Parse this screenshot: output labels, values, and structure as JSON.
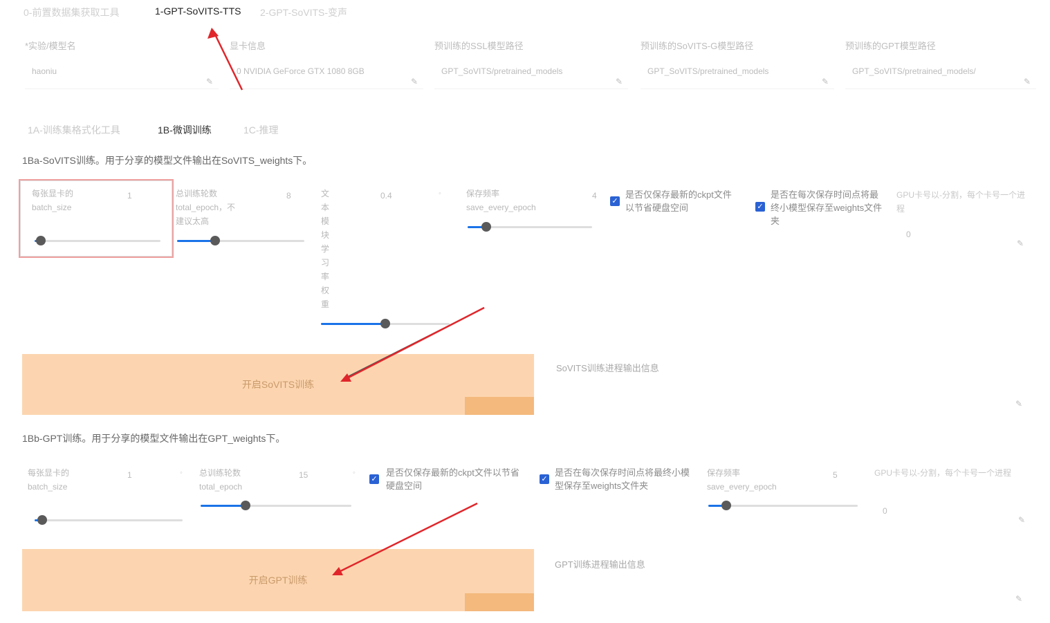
{
  "top_tabs": [
    {
      "label": "0-前置数据集获取工具",
      "active": false
    },
    {
      "label": "1-GPT-SoVITS-TTS",
      "active": true
    },
    {
      "label": "2-GPT-SoVITS-变声",
      "active": false
    }
  ],
  "fields": [
    {
      "label": "*实验/模型名",
      "value": "haoniu"
    },
    {
      "label": "显卡信息",
      "value": "0 NVIDIA GeForce GTX 1080 8GB"
    },
    {
      "label": "预训练的SSL模型路径",
      "value": "GPT_SoVITS/pretrained_models"
    },
    {
      "label": "预训练的SoVITS-G模型路径",
      "value": "GPT_SoVITS/pretrained_models"
    },
    {
      "label": "预训练的GPT模型路径",
      "value": "GPT_SoVITS/pretrained_models/"
    }
  ],
  "sub_tabs": [
    {
      "label": "1A-训练集格式化工具",
      "active": false
    },
    {
      "label": "1B-微调训练",
      "active": true
    },
    {
      "label": "1C-推理",
      "active": false
    }
  ],
  "sovits": {
    "title": "1Ba-SoVITS训练。用于分享的模型文件输出在SoVITS_weights下。",
    "sliders": [
      {
        "label": "每张显卡的batch_size",
        "value": "1",
        "fraction": 0.05
      },
      {
        "label": "总训练轮数total_epoch，不建议太高",
        "value": "8",
        "fraction": 0.3
      },
      {
        "label": "文本模块学习率权重",
        "value": "0.4",
        "fraction": 0.5
      },
      {
        "label": "保存频率save_every_epoch",
        "value": "4",
        "fraction": 0.15
      }
    ],
    "checks": [
      {
        "label": "是否仅保存最新的ckpt文件以节省硬盘空间",
        "checked": true
      },
      {
        "label": "是否在每次保存时间点将最终小模型保存至weights文件夹",
        "checked": true
      }
    ],
    "gpu_label": "GPU卡号以-分割，每个卡号一个进程",
    "gpu_value": "0",
    "button": "开启SoVITS训练",
    "output_label": "SoVITS训练进程输出信息"
  },
  "gpt": {
    "title": "1Bb-GPT训练。用于分享的模型文件输出在GPT_weights下。",
    "sliders": [
      {
        "label": "每张显卡的batch_size",
        "value": "1",
        "fraction": 0.05
      },
      {
        "label": "总训练轮数total_epoch",
        "value": "15",
        "fraction": 0.3
      },
      {
        "label": "保存频率save_every_epoch",
        "value": "5",
        "fraction": 0.12
      }
    ],
    "checks": [
      {
        "label": "是否仅保存最新的ckpt文件以节省硬盘空间",
        "checked": true
      },
      {
        "label": "是否在每次保存时间点将最终小模型保存至weights文件夹",
        "checked": true
      }
    ],
    "gpu_label": "GPU卡号以-分割，每个卡号一个进程",
    "gpu_value": "0",
    "button": "开启GPT训练",
    "output_label": "GPT训练进程输出信息"
  },
  "colors": {
    "accent": "#1a73e8",
    "button_bg": "#fcd5b0",
    "arrow": "#e0262b"
  }
}
